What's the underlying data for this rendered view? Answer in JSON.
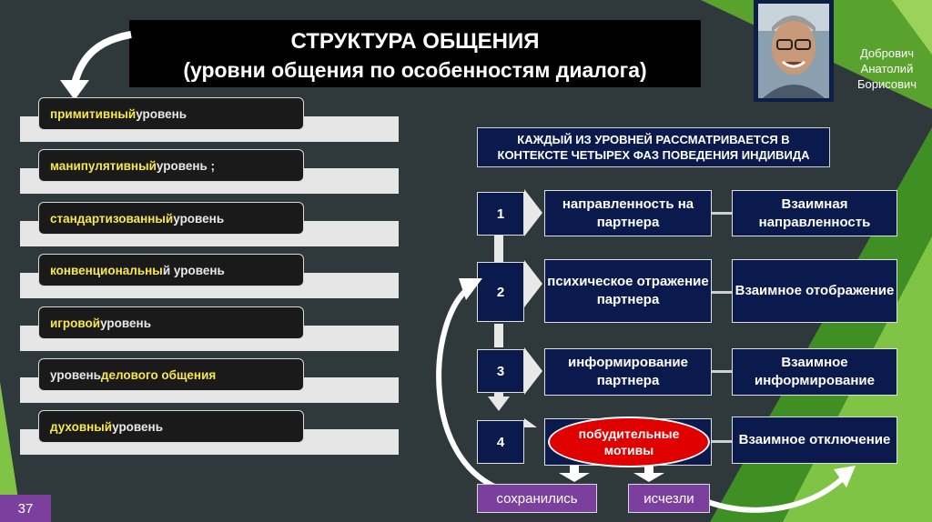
{
  "slide": {
    "title_line1": "СТРУКТУРА ОБЩЕНИЯ",
    "title_line2": "(уровни общения по особенностям диалога)",
    "page_number": "37"
  },
  "author": {
    "name_line1": "Добрович",
    "name_line2": "Анатолий",
    "name_line3": "Борисович"
  },
  "levels": [
    {
      "highlight": "примитивный",
      "rest": " уровень"
    },
    {
      "highlight": "манипулятивный",
      "rest": " уровень ;"
    },
    {
      "highlight": "стандартизованный",
      "rest": " уровень"
    },
    {
      "highlight": "конвенциональны",
      "rest": "й уровень"
    },
    {
      "highlight": "игровой",
      "rest": " уровень"
    },
    {
      "prefix": "уровень ",
      "highlight": "делового общения"
    },
    {
      "highlight": "духовный",
      "rest": " уровень"
    }
  ],
  "note": {
    "line1": "КАЖДЫЙ ИЗ УРОВНЕЙ РАССМАТРИВАЕТСЯ В",
    "line2": "КОНТЕКСТЕ ЧЕТЫРЕХ ФАЗ ПОВЕДЕНИЯ ИНДИВИДА"
  },
  "phases": [
    {
      "num": "1",
      "phase": "направленность на партнера",
      "mutual": "Взаимная направленность"
    },
    {
      "num": "2",
      "phase": "психическое отражение партнера",
      "mutual": "Взаимное отображение"
    },
    {
      "num": "3",
      "phase": "информирование партнера",
      "mutual": "Взаимное информирование"
    },
    {
      "num": "4",
      "phase": "",
      "mutual": "Взаимное отключение"
    }
  ],
  "motives": {
    "oval_line1": "побудительные",
    "oval_line2": "мотивы",
    "kept_label": "сохранились",
    "gone_label": "исчезли"
  },
  "colors": {
    "background": "#2f393b",
    "accent_green": "#6fb53a",
    "box_navy": "#0b1a4d",
    "highlight_yellow": "#f7e84a",
    "oval_red": "#e00000",
    "label_purple": "#7b3f9e"
  }
}
